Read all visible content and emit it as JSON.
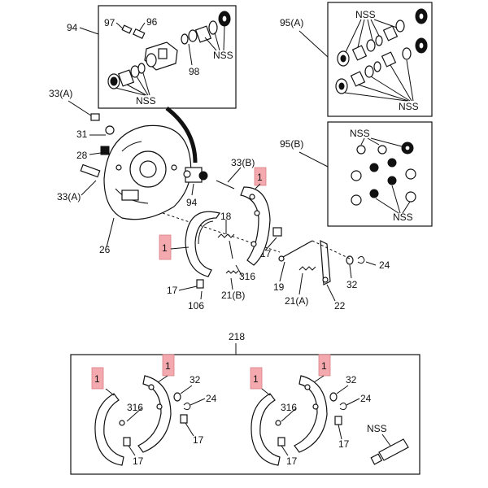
{
  "callouts": {
    "c94": "94",
    "c96": "96",
    "c97": "97",
    "c98": "98",
    "nss_box1": "NSS",
    "nss_box1b": "NSS",
    "c95a": "95(A)",
    "nss_95a_top": "NSS",
    "nss_95a_bot": "NSS",
    "c95b": "95(B)",
    "nss_95b_top": "NSS",
    "nss_95b_bot": "NSS",
    "c33a_top": "33(A)",
    "c31": "31",
    "c28": "28",
    "c33a_bot": "33(A)",
    "c26": "26",
    "c94_main": "94",
    "c33b": "33(B)",
    "c1_right": "1",
    "c18": "18",
    "c17_a": "17",
    "c1_left": "1",
    "c316": "316",
    "c17_b": "17",
    "c106": "106",
    "c21b": "21(B)",
    "c19": "19",
    "c21a": "21(A)",
    "c22": "22",
    "c32": "32",
    "c24": "24",
    "c218": "218",
    "k1_a": "1",
    "k1_b": "1",
    "k32_a": "32",
    "k24_a": "24",
    "k316_a": "316",
    "k17_a1": "17",
    "k17_a2": "17",
    "k1_c": "1",
    "k1_d": "1",
    "k32_b": "32",
    "k24_b": "24",
    "k316_b": "316",
    "k17_b1": "17",
    "k17_b2": "17",
    "nss_grease": "NSS"
  },
  "colors": {
    "highlight_fill": "#f3a9ad",
    "line": "#111111",
    "background": "#ffffff"
  }
}
